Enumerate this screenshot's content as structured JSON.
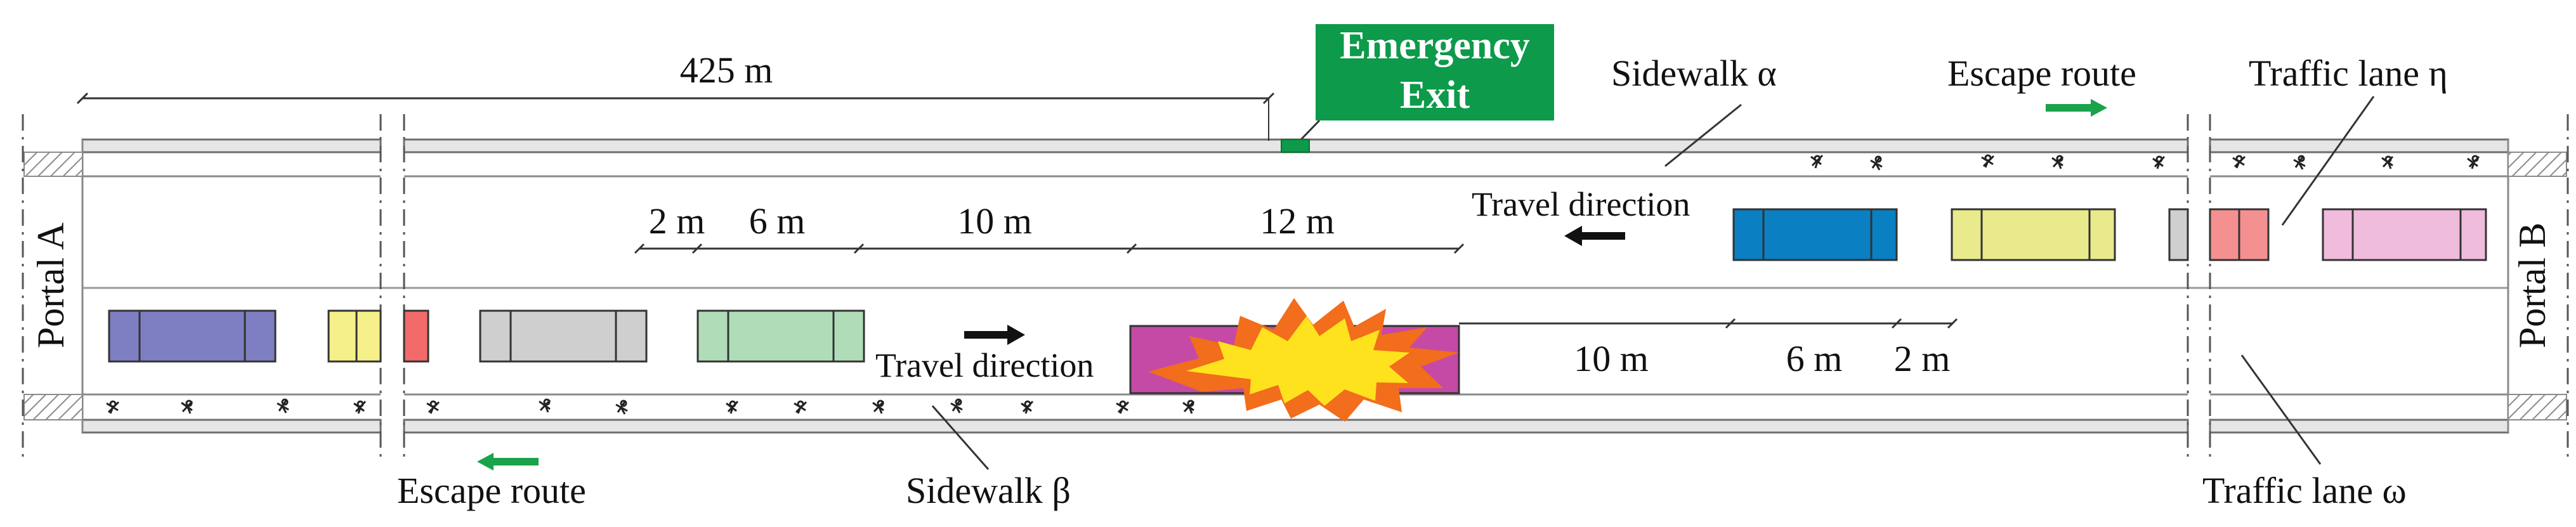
{
  "labels": {
    "total_length": "425 m",
    "emergency_exit_line1": "Emergency",
    "emergency_exit_line2": "Exit",
    "sidewalk_alpha": "Sidewalk α",
    "sidewalk_beta": "Sidewalk β",
    "escape_route_top": "Escape route",
    "escape_route_bottom": "Escape route",
    "traffic_lane_eta": "Traffic lane η",
    "traffic_lane_omega": "Traffic lane ω",
    "travel_direction_top": "Travel direction",
    "travel_direction_bottom": "Travel direction",
    "portal_a": "Portal A",
    "portal_b": "Portal B"
  },
  "spacing_top": [
    "2 m",
    "6 m",
    "10 m",
    "12 m"
  ],
  "spacing_bottom": [
    "10 m",
    "6 m",
    "2 m"
  ],
  "colors": {
    "exit_green": "#0d9a4a",
    "arrow_green": "#1aa34a",
    "fire_orange": "#f26d1c",
    "fire_yellow": "#ffe21e",
    "burning_vehicle": "#c54aa6",
    "tunnel_line": "#7a7a7a",
    "wall_fill": "#e6e6e6"
  }
}
